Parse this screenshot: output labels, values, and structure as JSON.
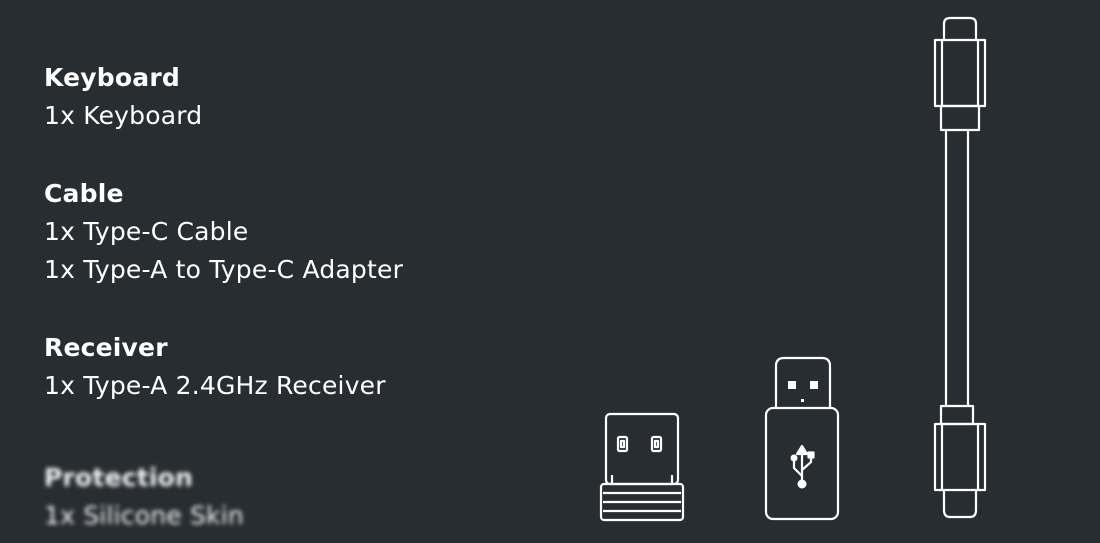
{
  "sections": {
    "keyboard": {
      "heading": "Keyboard",
      "items": [
        "1x Keyboard"
      ]
    },
    "cable": {
      "heading": "Cable",
      "items": [
        "1x Type-C Cable",
        "1x Type-A to Type-C Adapter"
      ]
    },
    "receiver": {
      "heading": "Receiver",
      "items": [
        "1x Type-A 2.4GHz Receiver"
      ]
    },
    "protection": {
      "heading": "Protection",
      "items": [
        "1x Silicone Skin"
      ]
    }
  },
  "colors": {
    "background": "#282d31",
    "text": "#ffffff",
    "line_art": "#ffffff"
  },
  "icons": [
    "usb-receiver-icon",
    "usb-adapter-icon",
    "usb-symbol-icon",
    "type-c-cable-icon"
  ]
}
